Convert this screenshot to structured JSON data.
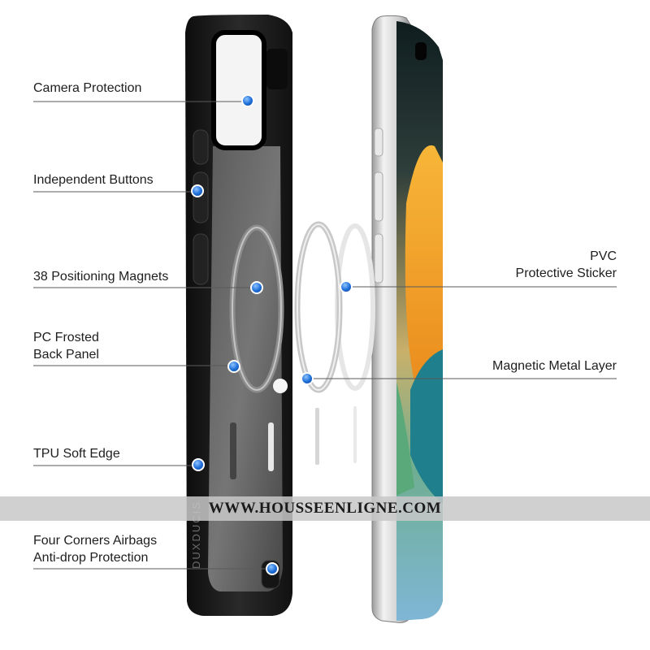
{
  "labels": {
    "camera_protection": "Camera Protection",
    "independent_buttons": "Independent Buttons",
    "positioning_magnets": "38 Positioning Magnets",
    "pc_frosted_line1": "PC Frosted",
    "pc_frosted_line2": "Back Panel",
    "tpu_soft_edge": "TPU Soft Edge",
    "airbags_line1": "Four Corners Airbags",
    "airbags_line2": "Anti-drop Protection",
    "pvc_line1": "PVC",
    "pvc_line2": "Protective Sticker",
    "magnetic_metal_layer": "Magnetic Metal Layer"
  },
  "watermark": "WWW.HOUSSEENLIGNE.COM",
  "case_brand_text": "DUXDUCIS",
  "colors": {
    "pointer_dot": "#1e6fd9",
    "case_body": "#1b1b1b",
    "leader_line": "#555555",
    "screen_orange": "#f39a1c",
    "screen_teal": "#1f7f8c"
  }
}
